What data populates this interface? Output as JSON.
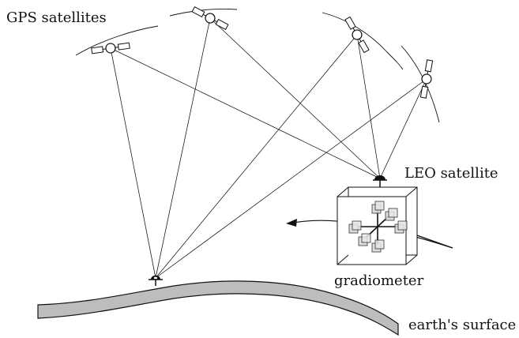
{
  "labels": {
    "gps": "GPS satellites",
    "leo": "LEO satellite",
    "gradiometer": "gradiometer",
    "earth": "earth's surface"
  },
  "colors": {
    "line": "#111111",
    "earth_fill": "#bdbdbd",
    "cube_inner": "#d8d8d8"
  }
}
